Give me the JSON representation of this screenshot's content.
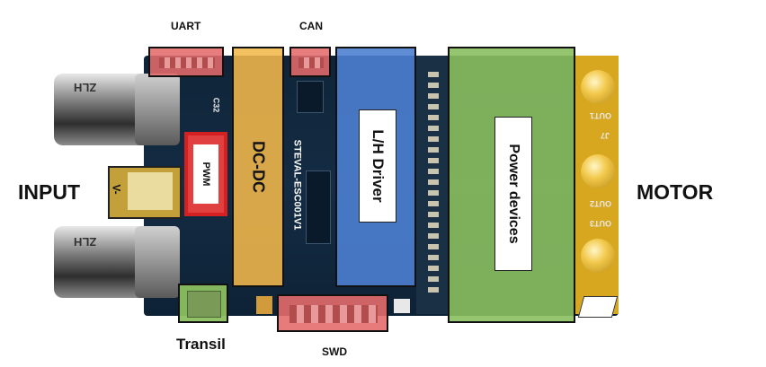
{
  "labels": {
    "input": "INPUT",
    "motor": "MOTOR",
    "uart": "UART",
    "can": "CAN",
    "swd": "SWD",
    "transil": "Transil",
    "pwm": "PWM",
    "dcdc": "DC-DC",
    "lh_driver": "L/H Driver",
    "power_devices": "Power devices"
  },
  "silkscreen": {
    "board_name": "STEVAL-ESC001V1",
    "out1": "OUT1",
    "out2": "OUT2",
    "out3": "OUT3",
    "j7": "J7",
    "c32": "C32",
    "cap_mark_top": "ZLH",
    "cap_mark_bottom": "ZLH",
    "vminus": "V-"
  },
  "colors": {
    "red_overlay": "#e46b6b",
    "yellow_overlay": "#f2b84a",
    "blue_overlay": "#4d7fd0",
    "green_overlay": "#8bbf5f",
    "pwm_border": "#d42020"
  }
}
